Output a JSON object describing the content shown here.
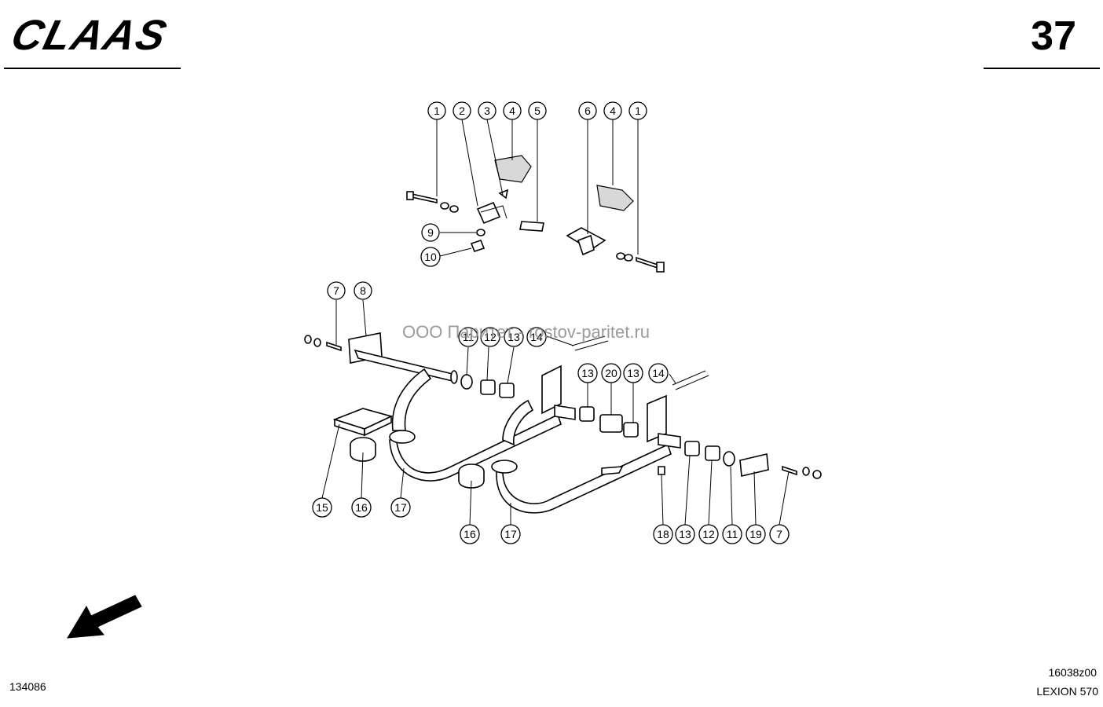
{
  "header": {
    "brand": "CLAAS",
    "page_number": "37"
  },
  "watermark": "ООО Паритет - rostov-paritet.ru",
  "footer": {
    "document_id": "134086",
    "drawing_number": "16038z00",
    "model": "LEXION 570"
  },
  "callouts": [
    {
      "label": "1"
    },
    {
      "label": "2"
    },
    {
      "label": "3"
    },
    {
      "label": "4"
    },
    {
      "label": "5"
    },
    {
      "label": "6"
    },
    {
      "label": "4"
    },
    {
      "label": "1"
    },
    {
      "label": "9"
    },
    {
      "label": "10"
    },
    {
      "label": "7"
    },
    {
      "label": "8"
    },
    {
      "label": "11"
    },
    {
      "label": "12"
    },
    {
      "label": "13"
    },
    {
      "label": "14"
    },
    {
      "label": "13"
    },
    {
      "label": "20"
    },
    {
      "label": "13"
    },
    {
      "label": "14"
    },
    {
      "label": "15"
    },
    {
      "label": "16"
    },
    {
      "label": "17"
    },
    {
      "label": "16"
    },
    {
      "label": "17"
    },
    {
      "label": "18"
    },
    {
      "label": "13"
    },
    {
      "label": "12"
    },
    {
      "label": "11"
    },
    {
      "label": "19"
    },
    {
      "label": "7"
    }
  ]
}
